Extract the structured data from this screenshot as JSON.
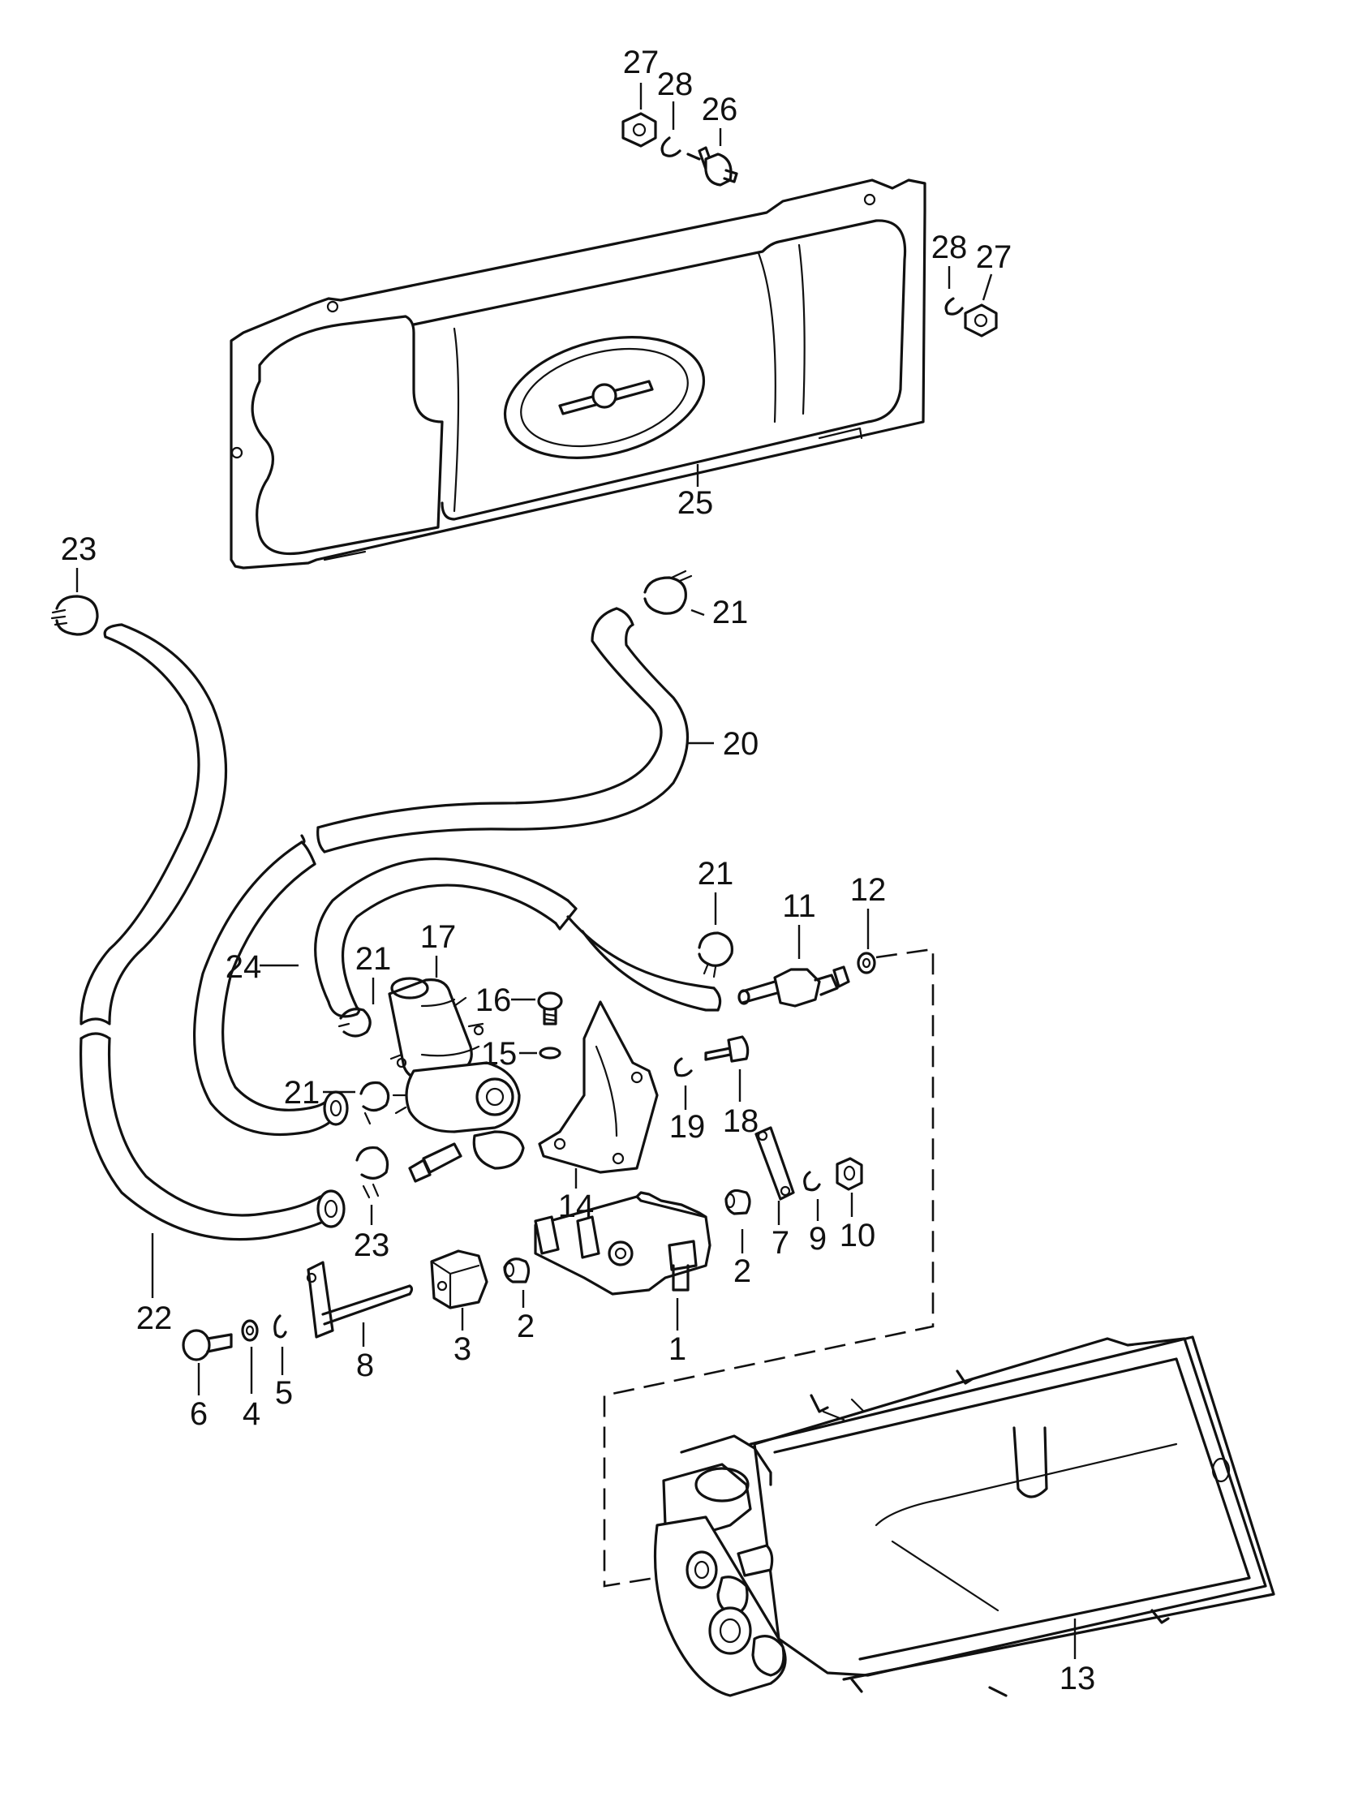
{
  "callouts": [
    {
      "id": "c1",
      "text": "1"
    },
    {
      "id": "c2a",
      "text": "2"
    },
    {
      "id": "c2b",
      "text": "2"
    },
    {
      "id": "c3",
      "text": "3"
    },
    {
      "id": "c4",
      "text": "4"
    },
    {
      "id": "c5",
      "text": "5"
    },
    {
      "id": "c6",
      "text": "6"
    },
    {
      "id": "c7",
      "text": "7"
    },
    {
      "id": "c8",
      "text": "8"
    },
    {
      "id": "c9",
      "text": "9"
    },
    {
      "id": "c10",
      "text": "10"
    },
    {
      "id": "c11",
      "text": "11"
    },
    {
      "id": "c12",
      "text": "12"
    },
    {
      "id": "c13",
      "text": "13"
    },
    {
      "id": "c14",
      "text": "14"
    },
    {
      "id": "c15",
      "text": "15"
    },
    {
      "id": "c16",
      "text": "16"
    },
    {
      "id": "c17",
      "text": "17"
    },
    {
      "id": "c18",
      "text": "18"
    },
    {
      "id": "c19",
      "text": "19"
    },
    {
      "id": "c20",
      "text": "20"
    },
    {
      "id": "c21a",
      "text": "21"
    },
    {
      "id": "c21b",
      "text": "21"
    },
    {
      "id": "c21c",
      "text": "21"
    },
    {
      "id": "c21d",
      "text": "21"
    },
    {
      "id": "c22",
      "text": "22"
    },
    {
      "id": "c23a",
      "text": "23"
    },
    {
      "id": "c23b",
      "text": "23"
    },
    {
      "id": "c24",
      "text": "24"
    },
    {
      "id": "c25",
      "text": "25"
    },
    {
      "id": "c26",
      "text": "26"
    },
    {
      "id": "c27a",
      "text": "27"
    },
    {
      "id": "c27b",
      "text": "27"
    },
    {
      "id": "c28a",
      "text": "28"
    },
    {
      "id": "c28b",
      "text": "28"
    }
  ]
}
